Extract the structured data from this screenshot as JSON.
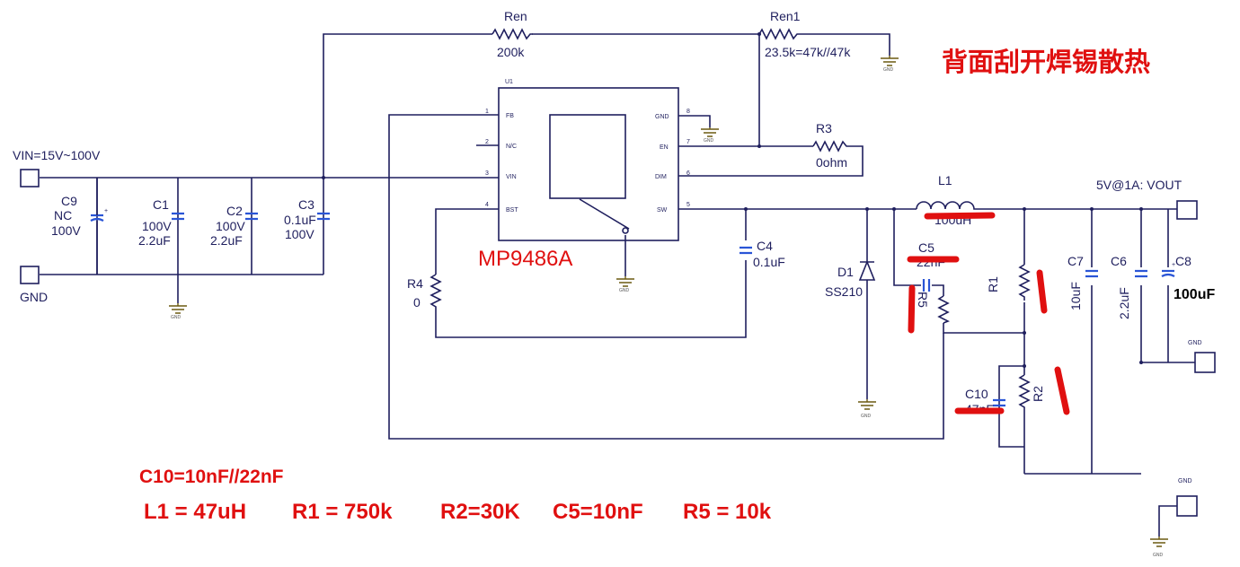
{
  "colors": {
    "wire": "#1f1f5e",
    "cap": "#2a55d6",
    "note_red": "#e01010",
    "ground": "#6b5a10"
  },
  "ic": {
    "ref": "U1",
    "part": "MP9486A",
    "pins": [
      "FB",
      "N/C",
      "VIN",
      "BST",
      "GND",
      "EN",
      "DIM",
      "SW"
    ],
    "pin_numbers": [
      "1",
      "2",
      "3",
      "4",
      "8",
      "7",
      "6",
      "5"
    ]
  },
  "ports": {
    "vin": "VIN=15V~100V",
    "gnd_left": "GND",
    "vout": "5V@1A: VOUT",
    "gnd_right1": "GND",
    "gnd_right2": "GND"
  },
  "components": {
    "ren": {
      "ref": "Ren",
      "value": "200k"
    },
    "ren1": {
      "ref": "Ren1",
      "value": "23.5k=47k//47k"
    },
    "r3": {
      "ref": "R3",
      "value": "0ohm"
    },
    "r4": {
      "ref": "R4",
      "value": "0"
    },
    "c9": {
      "ref": "C9",
      "value1": "NC",
      "value2": "100V"
    },
    "c1": {
      "ref": "C1",
      "value1": "100V",
      "value2": "2.2uF"
    },
    "c2": {
      "ref": "C2",
      "value1": "100V",
      "value2": "2.2uF"
    },
    "c3": {
      "ref": "C3",
      "value1": "0.1uF",
      "value2": "100V"
    },
    "c4": {
      "ref": "C4",
      "value": "0.1uF"
    },
    "l1": {
      "ref": "L1",
      "value": "100uH"
    },
    "c5": {
      "ref": "C5",
      "value": "22nF"
    },
    "d1": {
      "ref": "D1",
      "value": "SS210"
    },
    "r5": {
      "ref": "R5"
    },
    "r1": {
      "ref": "R1"
    },
    "r2": {
      "ref": "R2"
    },
    "c10": {
      "ref": "C10",
      "value": "47nF"
    },
    "c7": {
      "ref": "C7",
      "value": "10uF"
    },
    "c6": {
      "ref": "C6",
      "value": "2.2uF"
    },
    "c8": {
      "ref": "C8",
      "value": "100uF"
    }
  },
  "gnd_symbol_label": "GND",
  "notes": {
    "heat": "背面刮开焊锡散热",
    "c10": "C10=10nF//22nF",
    "l1": "L1 = 47uH",
    "r1": "R1 = 750k",
    "r2": "R2=30K",
    "c5": "C5=10nF",
    "r5": "R5 = 10k"
  }
}
